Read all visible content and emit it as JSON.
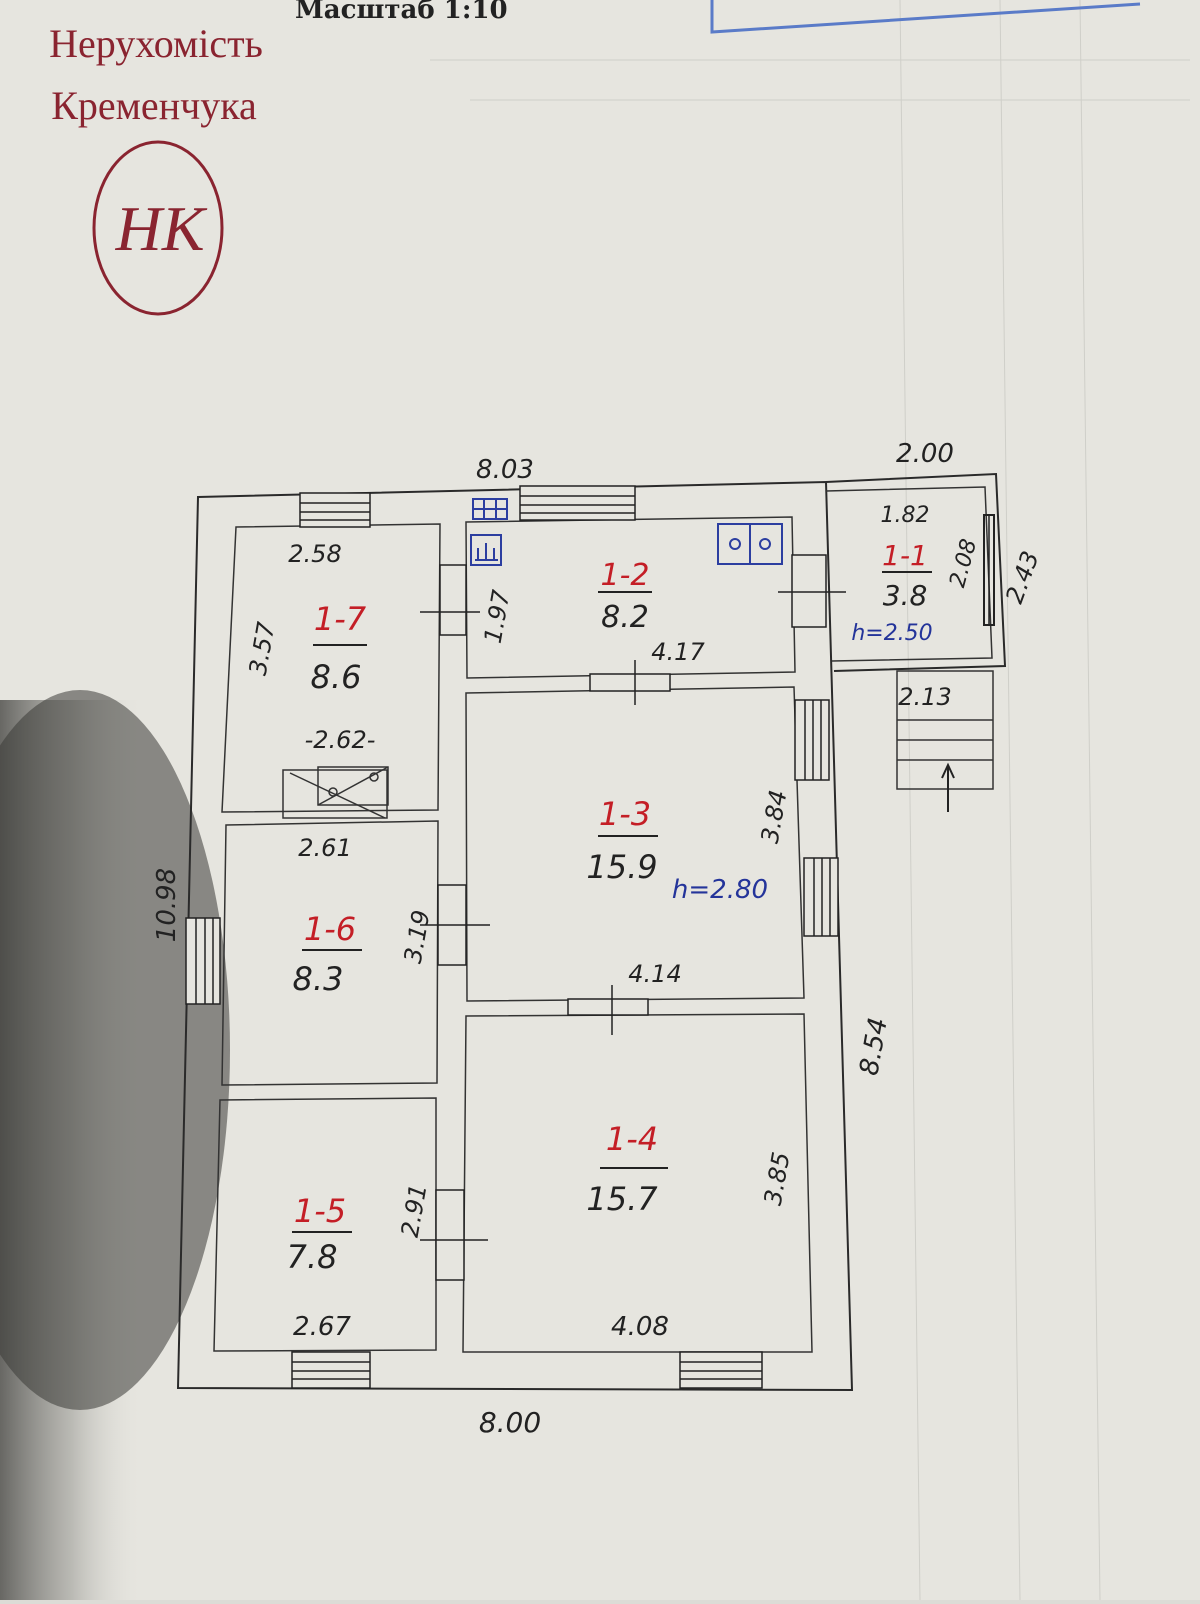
{
  "header": {
    "scale_text": "Масштаб 1:10"
  },
  "watermark": {
    "line1": "Нерухомість",
    "line2": "Кременчука",
    "logo_letters": "НК"
  },
  "plan": {
    "dims": {
      "top_main": "8.03",
      "top_porch": "2.00",
      "bottom": "8.00",
      "left": "10.98",
      "right_lower": "8.54",
      "porch_side": "2.43",
      "porch_bottom": "2.13"
    },
    "rooms": [
      {
        "id": "1-1",
        "area": "3.8",
        "w": "1.82",
        "h": "2.08",
        "height": "h=2.50"
      },
      {
        "id": "1-2",
        "area": "8.2",
        "w": "4.17",
        "h": "1.97"
      },
      {
        "id": "1-3",
        "area": "15.9",
        "w": "4.14",
        "h": "3.84",
        "height": "h=2.80"
      },
      {
        "id": "1-4",
        "area": "15.7",
        "w": "4.08",
        "h": "3.85"
      },
      {
        "id": "1-5",
        "area": "7.8",
        "w": "2.67",
        "h": "2.91"
      },
      {
        "id": "1-6",
        "area": "8.3",
        "w": "2.61",
        "h": "3.19"
      },
      {
        "id": "1-7",
        "area": "8.6",
        "w": "2.58",
        "h": "3.57",
        "w2": "-2.62-"
      }
    ]
  },
  "colors": {
    "paper": "#e9e8e2",
    "ink": "#2a2a2a",
    "room_id": "#c41e26",
    "height_note": "#24349a",
    "watermark": "#8a2430"
  }
}
